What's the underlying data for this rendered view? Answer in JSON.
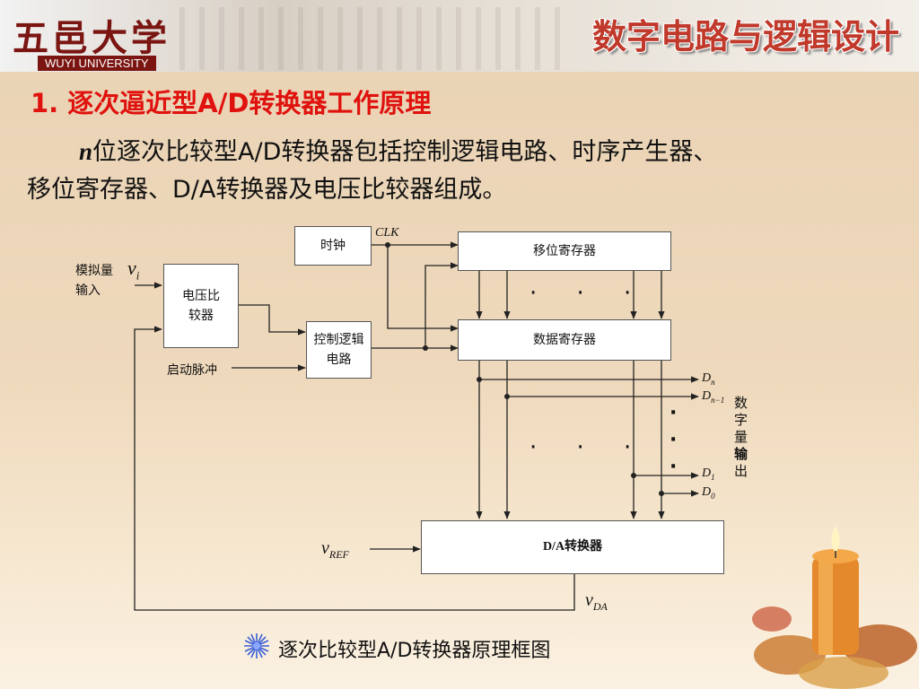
{
  "header": {
    "logo_cn": "五邑大学",
    "logo_en": "WUYI UNIVERSITY",
    "course_title": "数字电路与逻辑设计"
  },
  "section_title": "1. 逐次逼近型A/D转换器工作原理",
  "paragraph": {
    "var_n": "n",
    "line1_rest": "位逐次比较型A/D转换器包括控制逻辑电路、时序产生器、",
    "line2": "移位寄存器、D/A转换器及电压比较器组成。"
  },
  "diagram": {
    "clock_box": "时钟",
    "clk_label": "CLK",
    "shift_register": "移位寄存器",
    "data_register": "数据寄存器",
    "comparator": "电压比较器",
    "control_logic": "控制逻辑电路",
    "dac": "D/A转换器",
    "analog_input_label": "模拟量输入",
    "vi_symbol": "v",
    "vi_sub": "i",
    "start_pulse": "启动脉冲",
    "vref_symbol": "v",
    "vref_sub": "REF",
    "vda_symbol": "v",
    "vda_sub": "DA",
    "dn": "D",
    "dn_sub": "n",
    "dn1": "D",
    "dn1_sub": "n−1",
    "d1": "D",
    "d1_sub": "1",
    "d0": "D",
    "d0_sub": "0",
    "digital_output_label": [
      "数",
      "字",
      "量",
      "输",
      "出"
    ],
    "ellipsis": "· · ·"
  },
  "caption": "逐次比较型A/D转换器原理框图",
  "colors": {
    "title_red": "#e0120e",
    "course_red": "#c0392b",
    "logo_red": "#7a1512"
  }
}
